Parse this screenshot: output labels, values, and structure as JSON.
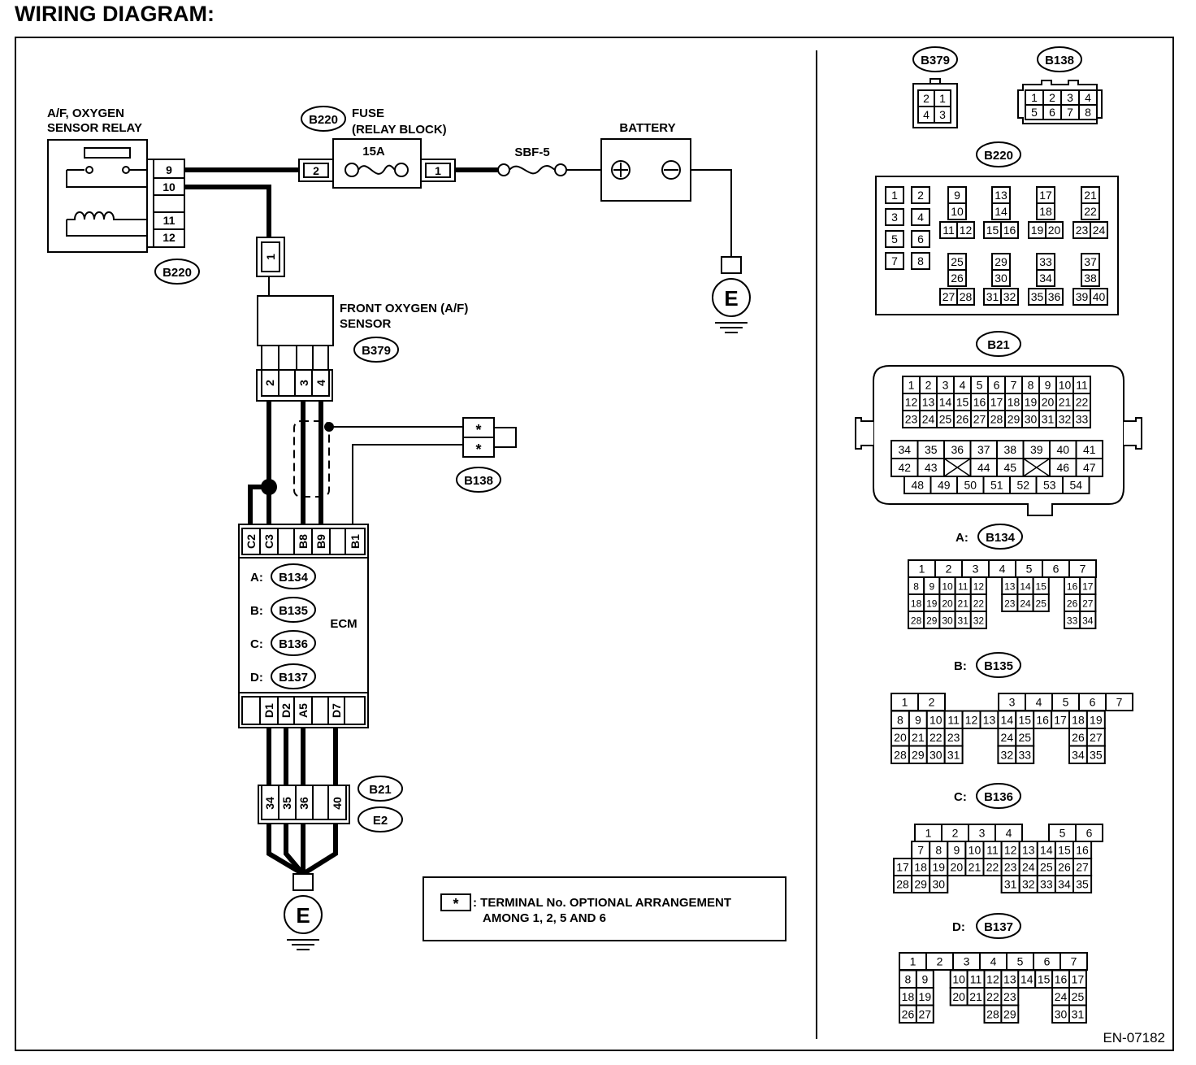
{
  "title": "WIRING DIAGRAM:",
  "footer_code": "EN-07182",
  "components": {
    "relay": {
      "line1": "A/F, OXYGEN",
      "line2": "SENSOR RELAY",
      "pins": [
        "9",
        "10",
        "11",
        "12"
      ],
      "connector": "B220"
    },
    "fuse": {
      "line1": "FUSE",
      "line2": "(RELAY BLOCK)",
      "rating": "15A",
      "pin_left": "2",
      "pin_right": "1",
      "connector": "B220"
    },
    "sbf": {
      "label": "SBF-5"
    },
    "battery": {
      "label": "BATTERY"
    },
    "ground_label": "E",
    "relay_out_pin": "1",
    "sensor": {
      "line1": "FRONT OXYGEN (A/F)",
      "line2": "SENSOR",
      "connector": "B379",
      "pins": [
        "2",
        "3",
        "4"
      ]
    },
    "shield_connector": {
      "label": "B138",
      "pins": [
        "*",
        "*"
      ]
    },
    "ecm": {
      "label": "ECM",
      "top_pins": [
        "C2",
        "C3",
        "B8",
        "B9",
        "B1"
      ],
      "bottom_pins": [
        "D1",
        "D2",
        "A5",
        "D7"
      ],
      "connectors": [
        {
          "prefix": "A:",
          "id": "B134"
        },
        {
          "prefix": "B:",
          "id": "B135"
        },
        {
          "prefix": "C:",
          "id": "B136"
        },
        {
          "prefix": "D:",
          "id": "B137"
        }
      ]
    },
    "ground_connector": {
      "pins": [
        "34",
        "35",
        "36",
        "40"
      ],
      "labels": [
        "B21",
        "E2"
      ]
    }
  },
  "note": {
    "symbol": "*",
    "line1": ": TERMINAL No. OPTIONAL ARRANGEMENT",
    "line2": "AMONG 1, 2, 5 AND 6"
  },
  "connector_views": {
    "b379": {
      "label": "B379",
      "rows": [
        [
          "2",
          "1"
        ],
        [
          "4",
          "3"
        ]
      ]
    },
    "b138": {
      "label": "B138",
      "rows": [
        [
          "1",
          "2",
          "3",
          "4"
        ],
        [
          "5",
          "6",
          "7",
          "8"
        ]
      ]
    },
    "b220": {
      "label": "B220",
      "pairs": [
        [
          "1",
          "2"
        ],
        [
          "3",
          "4"
        ],
        [
          "5",
          "6"
        ],
        [
          "7",
          "8"
        ]
      ],
      "groups": [
        [
          "9",
          "10",
          "11",
          "12"
        ],
        [
          "13",
          "14",
          "15",
          "16"
        ],
        [
          "17",
          "18",
          "19",
          "20"
        ],
        [
          "21",
          "22",
          "23",
          "24"
        ],
        [
          "25",
          "26",
          "27",
          "28"
        ],
        [
          "29",
          "30",
          "31",
          "32"
        ],
        [
          "33",
          "34",
          "35",
          "36"
        ],
        [
          "37",
          "38",
          "39",
          "40"
        ]
      ]
    },
    "b21": {
      "label": "B21",
      "rows": [
        [
          "1",
          "2",
          "3",
          "4",
          "5",
          "6",
          "7",
          "8",
          "9",
          "10",
          "11"
        ],
        [
          "12",
          "13",
          "14",
          "15",
          "16",
          "17",
          "18",
          "19",
          "20",
          "21",
          "22"
        ],
        [
          "23",
          "24",
          "25",
          "26",
          "27",
          "28",
          "29",
          "30",
          "31",
          "32",
          "33"
        ],
        [
          "34",
          "35",
          "36",
          "37",
          "38",
          "39",
          "40",
          "41"
        ],
        [
          "42",
          "43",
          "",
          "44",
          "45",
          "",
          "46",
          "47"
        ],
        [
          "48",
          "49",
          "50",
          "51",
          "52",
          "53",
          "54"
        ]
      ]
    },
    "b134": {
      "prefix": "A:",
      "label": "B134",
      "rows": [
        [
          "1",
          "2",
          "3",
          "4",
          "5",
          "6",
          "7"
        ],
        [
          "8",
          "9",
          "10",
          "11",
          "12",
          "",
          "13",
          "14",
          "15",
          "",
          "16",
          "17"
        ],
        [
          "18",
          "19",
          "20",
          "21",
          "22",
          "",
          "23",
          "24",
          "25",
          "",
          "26",
          "27"
        ],
        [
          "28",
          "29",
          "30",
          "31",
          "32",
          "",
          "",
          "",
          "",
          "",
          "33",
          "34"
        ]
      ]
    },
    "b135": {
      "prefix": "B:",
      "label": "B135",
      "rows": [
        [
          "1",
          "2",
          "",
          "",
          "3",
          "4",
          "5",
          "6",
          "7"
        ],
        [
          "8",
          "9",
          "10",
          "11",
          "12",
          "13",
          "14",
          "15",
          "16",
          "17",
          "18",
          "19"
        ],
        [
          "20",
          "21",
          "22",
          "23",
          "",
          "",
          "24",
          "25",
          "",
          "",
          "26",
          "27"
        ],
        [
          "28",
          "29",
          "30",
          "31",
          "",
          "",
          "32",
          "33",
          "",
          "",
          "34",
          "35"
        ]
      ]
    },
    "b136": {
      "prefix": "C:",
      "label": "B136",
      "rows": [
        [
          "",
          "1",
          "2",
          "3",
          "4",
          "",
          "5",
          "6"
        ],
        [
          "",
          "7",
          "8",
          "9",
          "10",
          "11",
          "12",
          "13",
          "14",
          "15",
          "16"
        ],
        [
          "17",
          "18",
          "19",
          "20",
          "21",
          "22",
          "23",
          "24",
          "25",
          "26",
          "27"
        ],
        [
          "28",
          "29",
          "30",
          "",
          "",
          "",
          "31",
          "32",
          "33",
          "34",
          "35"
        ]
      ]
    },
    "b137": {
      "prefix": "D:",
      "label": "B137",
      "rows": [
        [
          "1",
          "2",
          "3",
          "4",
          "5",
          "6",
          "7"
        ],
        [
          "8",
          "9",
          "",
          "10",
          "11",
          "12",
          "13",
          "14",
          "15",
          "16",
          "17"
        ],
        [
          "18",
          "19",
          "",
          "20",
          "21",
          "22",
          "23",
          "",
          "",
          "24",
          "25"
        ],
        [
          "26",
          "27",
          "",
          "",
          "",
          "28",
          "29",
          "",
          "",
          "30",
          "31"
        ]
      ]
    }
  }
}
